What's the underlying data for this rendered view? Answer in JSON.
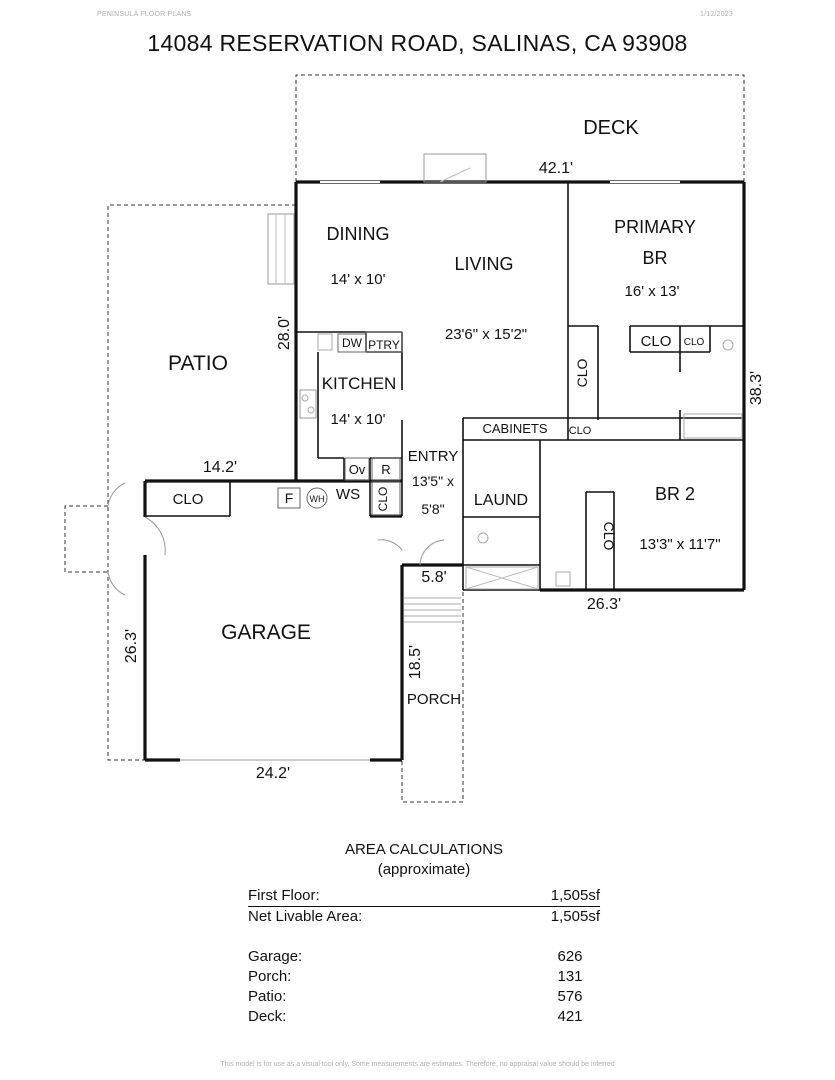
{
  "header": {
    "company": "PENINSULA FLOOR PLANS",
    "date": "1/12/2023",
    "address": "14084 RESERVATION ROAD, SALINAS, CA  93908"
  },
  "plan": {
    "rooms": {
      "deck": "DECK",
      "dining": "DINING",
      "dining_dim": "14' x 10'",
      "living": "LIVING",
      "living_dim": "23'6\" x 15'2\"",
      "primary_line1": "PRIMARY",
      "primary_line2": "BR",
      "primary_dim": "16' x 13'",
      "patio": "PATIO",
      "kitchen": "KITCHEN",
      "kitchen_dim": "14' x 10'",
      "entry": "ENTRY",
      "entry_dim1": "13'5\" x",
      "entry_dim2": "5'8\"",
      "laund": "LAUND",
      "br2": "BR 2",
      "br2_dim": "13'3\" x 11'7\"",
      "garage": "GARAGE",
      "porch": "PORCH"
    },
    "fixtures": {
      "dw": "DW",
      "ptry": "PTRY",
      "clo": "CLO",
      "cabinets": "CABINETS",
      "ov": "Ov",
      "r": "R",
      "f": "F",
      "wh": "WH",
      "ws": "WS"
    },
    "dimensions": {
      "top": "42.1'",
      "left_house": "28.0'",
      "right": "38.3'",
      "patio_top": "14.2'",
      "br2_bottom": "26.3'",
      "porch_top": "5.8'",
      "garage_left": "26.3'",
      "porch_side": "18.5'",
      "garage_bottom": "24.2'"
    }
  },
  "area": {
    "title": "AREA CALCULATIONS",
    "subtitle": "(approximate)",
    "first_floor_label": "First  Floor:",
    "first_floor_value": "1,505sf",
    "net_label": "Net Livable Area:",
    "net_value": "1,505sf",
    "items": [
      {
        "label": "Garage:",
        "value": "626"
      },
      {
        "label": "Porch:",
        "value": "131"
      },
      {
        "label": "Patio:",
        "value": "576"
      },
      {
        "label": "Deck:",
        "value": "421"
      }
    ]
  },
  "footer": "This model is for use as a visual tool only. Some measurements are estimates. Therefore, no appraisal value should be inferred"
}
